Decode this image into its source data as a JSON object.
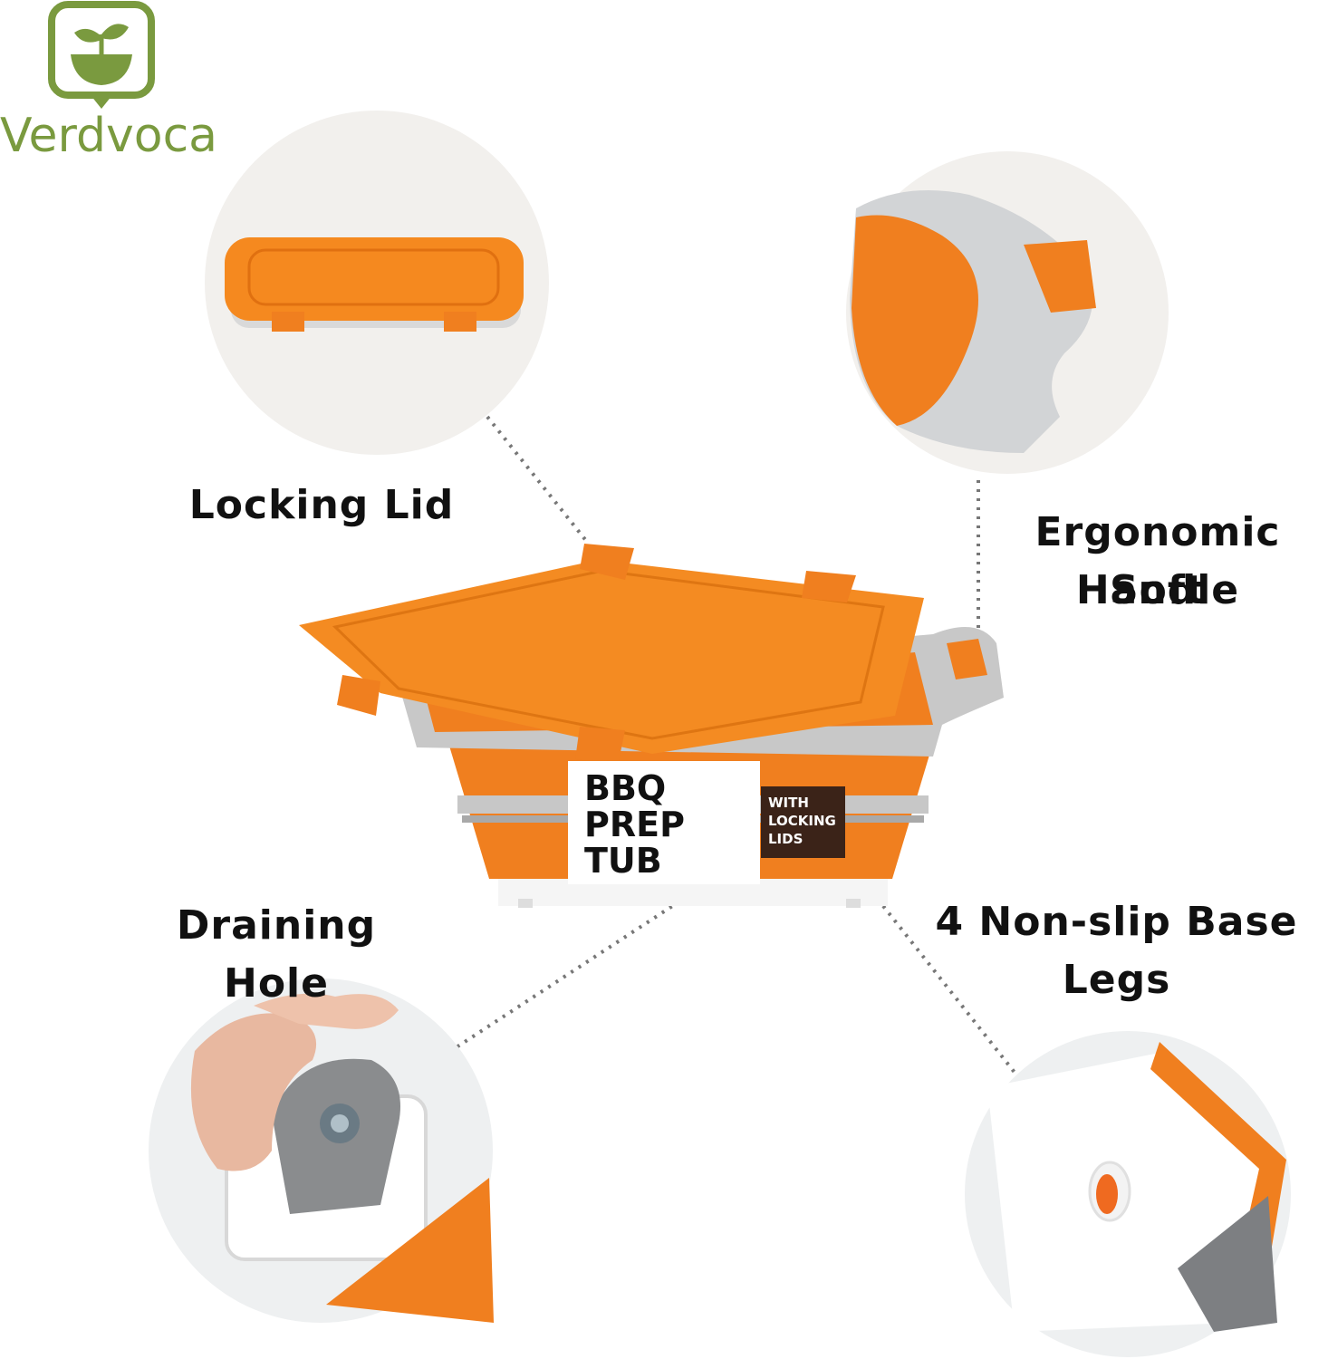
{
  "brand": {
    "name": "Verdvoca",
    "logo_icon": "sprout-bowl-icon",
    "color": "#7a9a3f"
  },
  "features": {
    "locking_lid": "Locking Lid",
    "handle_line1": "Ergonomic Soft",
    "handle_line2": "Handle",
    "draining_hole": "Draining Hole",
    "legs_line1": "4 Non-slip Base",
    "legs_line2": "Legs"
  },
  "product_label": {
    "line1": "BBQ",
    "line2": "PREP",
    "line3": "TUB",
    "badge_line1": "WITH",
    "badge_line2": "LOCKING",
    "badge_line3": "LIDS"
  },
  "colors": {
    "accent_orange": "#f07f1f",
    "rim_gray": "#c8c8c8"
  }
}
